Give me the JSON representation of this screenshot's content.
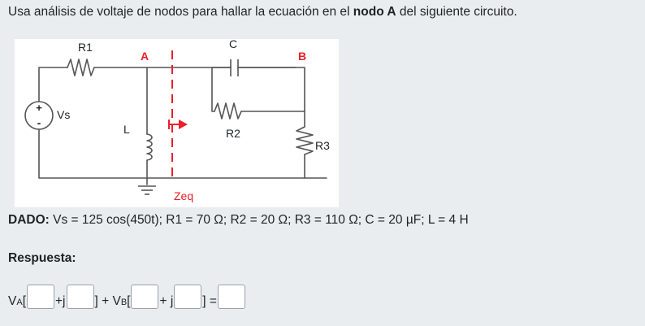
{
  "question": {
    "prefix": "Usa análisis de voltaje de nodos para hallar la ecuación en el ",
    "bold": "nodo A",
    "suffix": " del siguiente circuito."
  },
  "circuit": {
    "labels": {
      "r1": "R1",
      "a": "A",
      "c": "C",
      "b": "B",
      "vs": "Vs",
      "l": "L",
      "r2": "R2",
      "r3": "R3",
      "zeq": "Zeq",
      "plus": "+",
      "minus": "-"
    },
    "colors": {
      "wire": "#555555",
      "node_label": "#e8202a"
    }
  },
  "given": {
    "label": "DADO:",
    "text": " Vs = 125 cos(450t); R1 = 70 Ω; R2 = 20 Ω; R3 = 110 Ω; C = 20 µF; L = 4 H"
  },
  "response": {
    "label": "Respuesta:"
  },
  "answer": {
    "va_main": "V",
    "va_sub": "A",
    "open1": "[",
    "plus_j1": "+j",
    "close_plus_vb_main": "] + V",
    "vb_sub": "B",
    "open2": "[",
    "plus_j2": "+ j",
    "close_eq": "] =",
    "fields": [
      "",
      "",
      "",
      "",
      ""
    ]
  }
}
